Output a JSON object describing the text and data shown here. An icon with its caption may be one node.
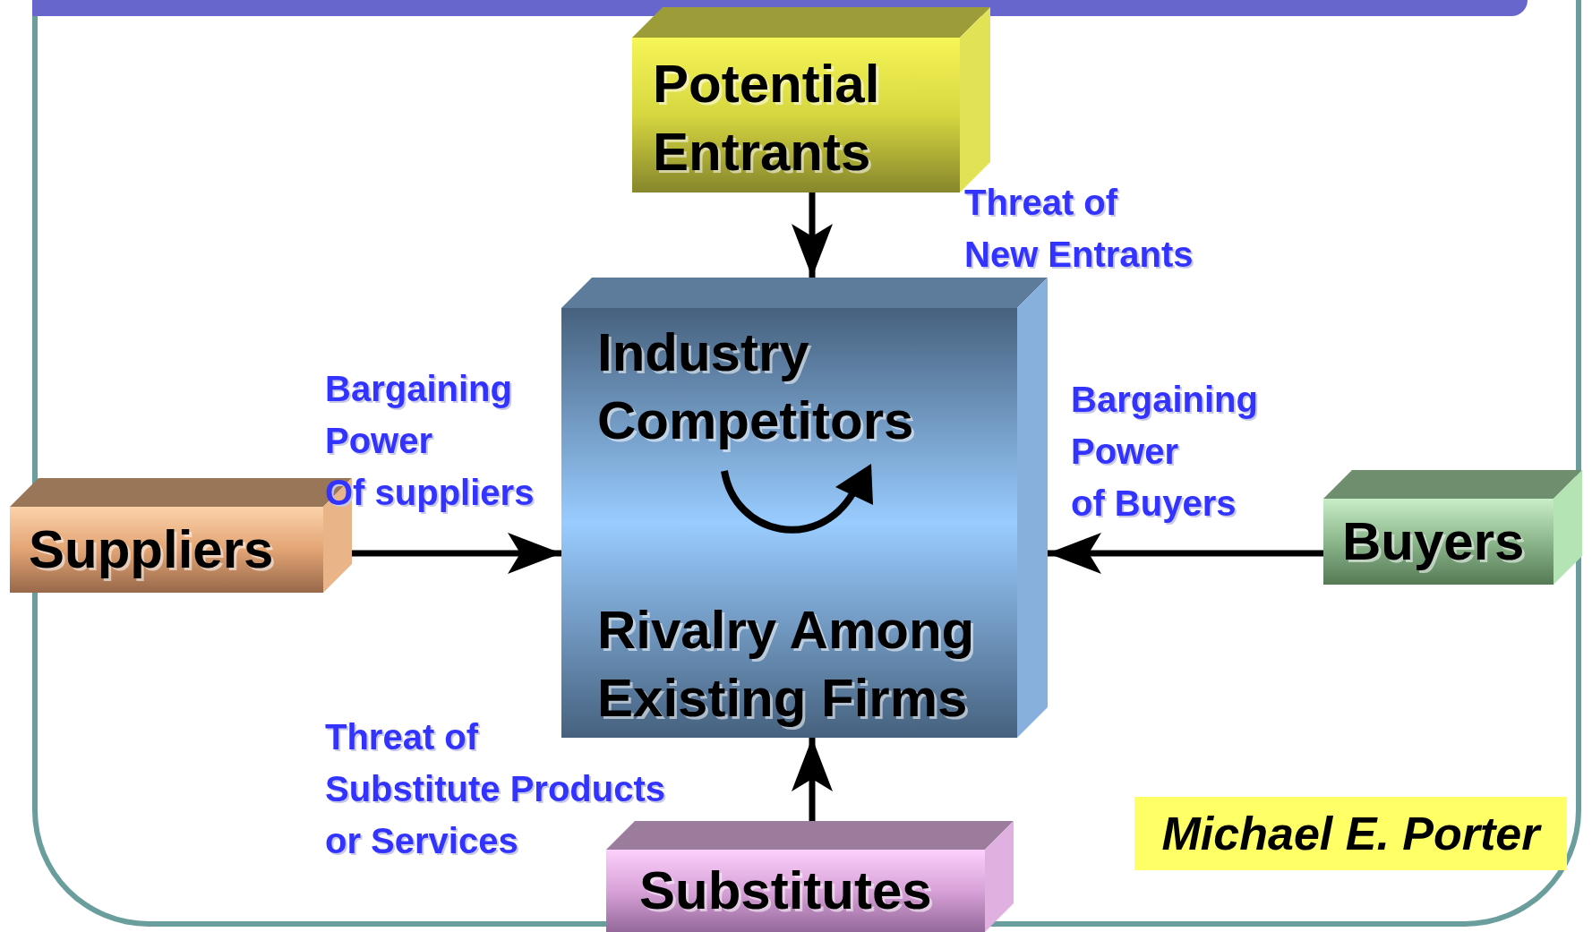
{
  "diagram": {
    "nodes": [
      {
        "text": [
          "Potential Entrants"
        ]
      },
      {
        "text": [
          "Industry Competitors",
          "Rivalry Among Existing Firms"
        ]
      },
      {
        "text": [
          "Suppliers"
        ]
      },
      {
        "text": [
          "Buyers"
        ]
      },
      {
        "text": [
          "Substitutes"
        ]
      },
      {
        "text": [
          "Michael E. Porter"
        ]
      }
    ],
    "edges": [
      {
        "from": 0,
        "to": 1,
        "arrow": "to",
        "label": "Threat of New Entrants"
      },
      {
        "from": 2,
        "to": 1,
        "arrow": "to",
        "label": "Bargaining Power Of suppliers"
      },
      {
        "from": 3,
        "to": 1,
        "arrow": "to",
        "label": "Bargaining Power of Buyers"
      },
      {
        "from": 4,
        "to": 1,
        "arrow": "to",
        "label": "Threat of Substitute Products or Services"
      }
    ]
  }
}
